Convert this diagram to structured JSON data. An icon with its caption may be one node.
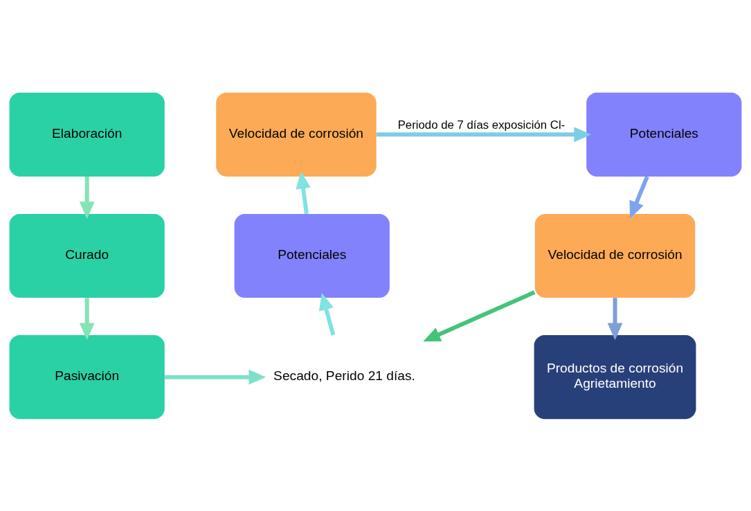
{
  "diagram": {
    "nodes": [
      {
        "text": [
          "Elaboración"
        ]
      },
      {
        "text": [
          "Curado"
        ]
      },
      {
        "text": [
          "Pasivación"
        ]
      },
      {
        "text": [
          "Secado, Perido 21 días."
        ]
      },
      {
        "text": [
          "Potenciales"
        ]
      },
      {
        "text": [
          "Velocidad de corrosión"
        ]
      },
      {
        "text": [
          "Potenciales"
        ]
      },
      {
        "text": [
          "Velocidad de corrosión"
        ]
      },
      {
        "text": [
          "Productos de corrosión",
          "Agrietamiento"
        ]
      }
    ],
    "edges": [
      {
        "from": 0,
        "to": 1,
        "arrow": "to",
        "color": "#86e3b4"
      },
      {
        "from": 1,
        "to": 2,
        "arrow": "to",
        "color": "#86e3b4"
      },
      {
        "from": 2,
        "to": 3,
        "arrow": "to",
        "color": "#7fe0c8"
      },
      {
        "from": 3,
        "to": 4,
        "arrow": "to",
        "color": "#80e3e0"
      },
      {
        "from": 4,
        "to": 5,
        "arrow": "to",
        "color": "#80e3e0"
      },
      {
        "from": 5,
        "to": 6,
        "arrow": "to",
        "label": "Periodo de 7 días exposición Cl-",
        "color": "#7ecde6"
      },
      {
        "from": 6,
        "to": 7,
        "arrow": "to",
        "color": "#7fa4ee"
      },
      {
        "from": 7,
        "to": 8,
        "arrow": "to",
        "color": "#7f9fd8"
      },
      {
        "from": 7,
        "to": 3,
        "arrow": "to",
        "color": "#44c47a"
      }
    ]
  }
}
